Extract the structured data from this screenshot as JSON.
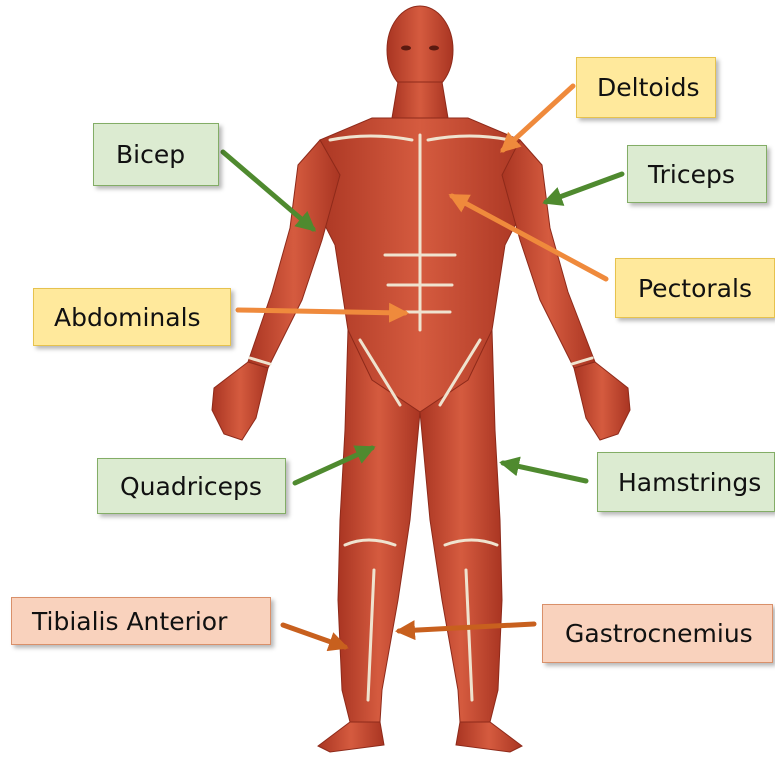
{
  "colors": {
    "green_box": "#dcebd1",
    "yellow_box": "#ffe99c",
    "salmon_box": "#f9d2bd",
    "green_arrow": "#4f8a2f",
    "orange_arrow": "#ef8a3c",
    "brown_arrow": "#c8601e",
    "muscle_red": "#c9452e",
    "tendon": "#efe3cf"
  },
  "labels": {
    "deltoids": "Deltoids",
    "bicep": "Bicep",
    "triceps": "Triceps",
    "pectorals": "Pectorals",
    "abdominals": "Abdominals",
    "quadriceps": "Quadriceps",
    "hamstrings": "Hamstrings",
    "tibialis_anterior": "Tibialis Anterior",
    "gastrocnemius": "Gastrocnemius"
  }
}
